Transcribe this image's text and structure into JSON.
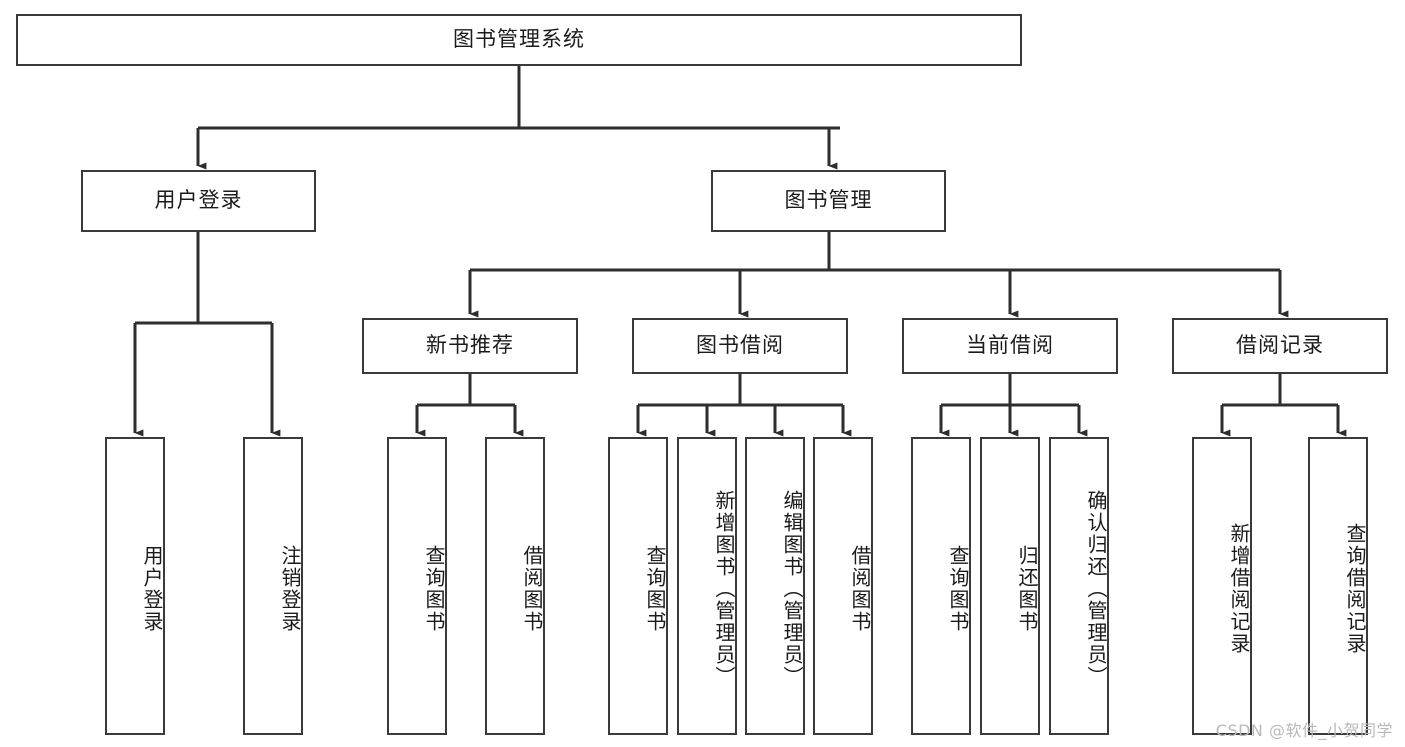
{
  "diagram": {
    "type": "tree",
    "title": "图书管理系统",
    "orientation": "top-down",
    "colors": {
      "box_border": "#3a3a3a",
      "box_fill": "#ffffff",
      "connector": "#2e2e2e",
      "text": "#1b1b1b",
      "watermark": "#b9b9b9"
    },
    "root": {
      "label": "图书管理系统"
    },
    "level2": [
      {
        "label": "用户登录"
      },
      {
        "label": "图书管理"
      }
    ],
    "level3": [
      {
        "label": "新书推荐"
      },
      {
        "label": "图书借阅"
      },
      {
        "label": "当前借阅"
      },
      {
        "label": "借阅记录"
      }
    ],
    "leaves": {
      "user_login": [
        {
          "label": "用户登录"
        },
        {
          "label": "注销登录"
        }
      ],
      "new_book_recommend": [
        {
          "label": "查询图书"
        },
        {
          "label": "借阅图书"
        }
      ],
      "book_borrow": [
        {
          "label": "查询图书"
        },
        {
          "label": "新增图书（管理员）"
        },
        {
          "label": "编辑图书（管理员）"
        },
        {
          "label": "借阅图书"
        }
      ],
      "current_borrow": [
        {
          "label": "查询图书"
        },
        {
          "label": "归还图书"
        },
        {
          "label": "确认归还（管理员）"
        }
      ],
      "borrow_record": [
        {
          "label": "新增借阅记录"
        },
        {
          "label": "查询借阅记录"
        }
      ]
    },
    "watermark": "CSDN @软件_小贺同学"
  }
}
